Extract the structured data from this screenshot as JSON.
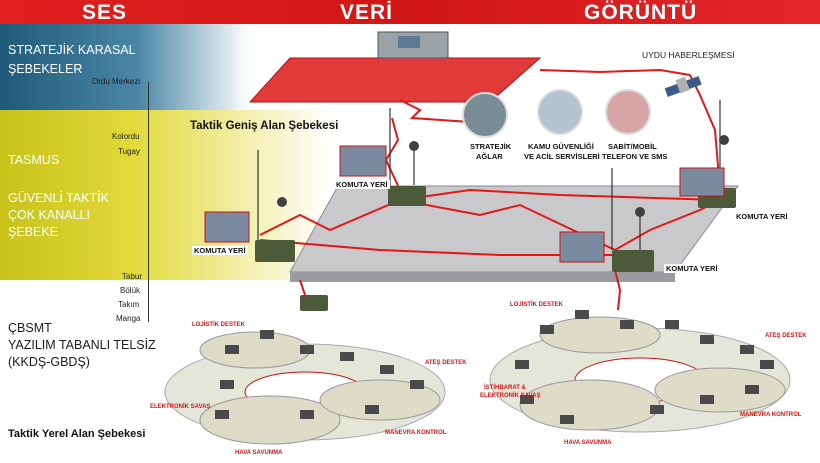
{
  "banner": {
    "ses": "SES",
    "veri": "VERİ",
    "goruntu": "GÖRÜNTÜ",
    "color": "#d9201f"
  },
  "left": {
    "stratejik_line1": "STRATEJİK KARASAL",
    "stratejik_line2": "ŞEBEKELER",
    "ordu": "Ordu Merkezi",
    "kolordu": "Kolordu",
    "tugay": "Tugay",
    "tasmus": "TASMUS",
    "guvenli_line1": "GÜVENLİ TAKTİK",
    "guvenli_line2": "ÇOK KANALLI",
    "guvenli_line3": "ŞEBEKE",
    "tabur": "Tabur",
    "boluk": "Bölük",
    "takim": "Takım",
    "manga": "Manga",
    "cbsmt_line1": "ÇBSMT",
    "cbsmt_line2": "YAZILIM TABANLI TELSİZ",
    "cbsmt_line3": "(KKDŞ-GBDŞ)"
  },
  "labels": {
    "taktik_genis": "Taktik Geniş Alan Şebekesi",
    "taktik_yerel": "Taktik Yerel Alan Şebekesi",
    "uydu": "UYDU HABERLEŞMESİ",
    "stratejik_aglar_1": "STRATEJİK",
    "stratejik_aglar_2": "AĞLAR",
    "kamu_1": "KAMU GÜVENLİĞİ",
    "kamu_2": "VE ACİL SERVİSLERİ",
    "sabit_1": "SABİT/MOBİL",
    "sabit_2": "TELEFON VE SMS",
    "komuta_yeri": "KOMUTA YERİ",
    "lojistik": "LOJİSTİK DESTEK",
    "ates": "ATEŞ DESTEK",
    "istihbarat_1": "İSTİHBARAT &",
    "istihbarat_2": "ELEKTRONİK SAVAŞ",
    "manevra": "MANEVRA KONTROL",
    "hava": "HAVA SAVUNMA"
  }
}
